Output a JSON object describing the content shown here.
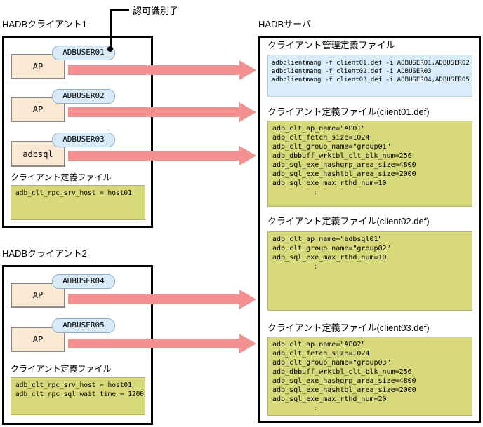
{
  "callout": {
    "label": "認可識別子"
  },
  "colors": {
    "arrow": "#f4908f",
    "badge_fill": "#d8eaf8",
    "badge_border": "#8fb0c9",
    "ap_fill": "#f9e8d2",
    "ap_border": "#8a8a8a",
    "mgmt_box_fill": "#d9ecf9",
    "mgmt_box_border": "#b0d0e8",
    "def_box_fill": "#d7d97b",
    "def_box_border": "#b4b465",
    "box_border": "#000000"
  },
  "clients": [
    {
      "title": "HADBクライアント1",
      "units": [
        {
          "app": "AP",
          "badge": "ADBUSER01"
        },
        {
          "app": "AP",
          "badge": "ADBUSER02"
        },
        {
          "app": "adbsql",
          "badge": "ADBUSER03"
        }
      ],
      "def_file": {
        "label": "クライアント定義ファイル",
        "lines": [
          "adb_clt_rpc_srv_host = host01"
        ]
      }
    },
    {
      "title": "HADBクライアント2",
      "units": [
        {
          "app": "AP",
          "badge": "ADBUSER04"
        },
        {
          "app": "AP",
          "badge": "ADBUSER05"
        }
      ],
      "def_file": {
        "label": "クライアント定義ファイル",
        "lines": [
          "adb_clt_rpc_srv_host = host01",
          "adb_clt_rpc_sql_wait_time = 1200"
        ]
      }
    }
  ],
  "server": {
    "title": "HADBサーバ",
    "mgmt": {
      "label": "クライアント管理定義ファイル",
      "lines": [
        "adbclientmang -f client01.def -i ADBUSER01,ADBUSER02",
        "adbclientmang -f client02.def -i ADBUSER03",
        "adbclientmang -f client03.def -i ADBUSER04,ADBUSER05"
      ]
    },
    "defs": [
      {
        "label": "クライアント定義ファイル(client01.def)",
        "lines": [
          "adb_clt_ap_name=\"AP01\"",
          "adb_clt_fetch_size=1024",
          "adb_clt_group_name=\"group01\"",
          "adb_dbbuff_wrktbl_clt_blk_num=256",
          "adb_sql_exe_hashgrp_area_size=4800",
          "adb_sql_exe_hashtbl_area_size=2000",
          "adb_sql_exe_max_rthd_num=10"
        ],
        "cont": ":"
      },
      {
        "label": "クライアント定義ファイル(client02.def)",
        "lines": [
          "adb_clt_ap_name=\"adbsql01\"",
          "adb_clt_group_name=\"group02\"",
          "adb_sql_exe_max_rthd_num=10"
        ],
        "cont": ":"
      },
      {
        "label": "クライアント定義ファイル(client03.def)",
        "lines": [
          "adb_clt_ap_name=\"AP02\"",
          "adb_clt_fetch_size=1024",
          "adb_clt_group_name=\"group03\"",
          "adb_dbbuff_wrktbl_clt_blk_num=256",
          "adb_sql_exe_hashgrp_area_size=4800",
          "adb_sql_exe_hashtbl_area_size=2000",
          "adb_sql_exe_max_rthd_num=20"
        ],
        "cont": ":"
      }
    ]
  }
}
